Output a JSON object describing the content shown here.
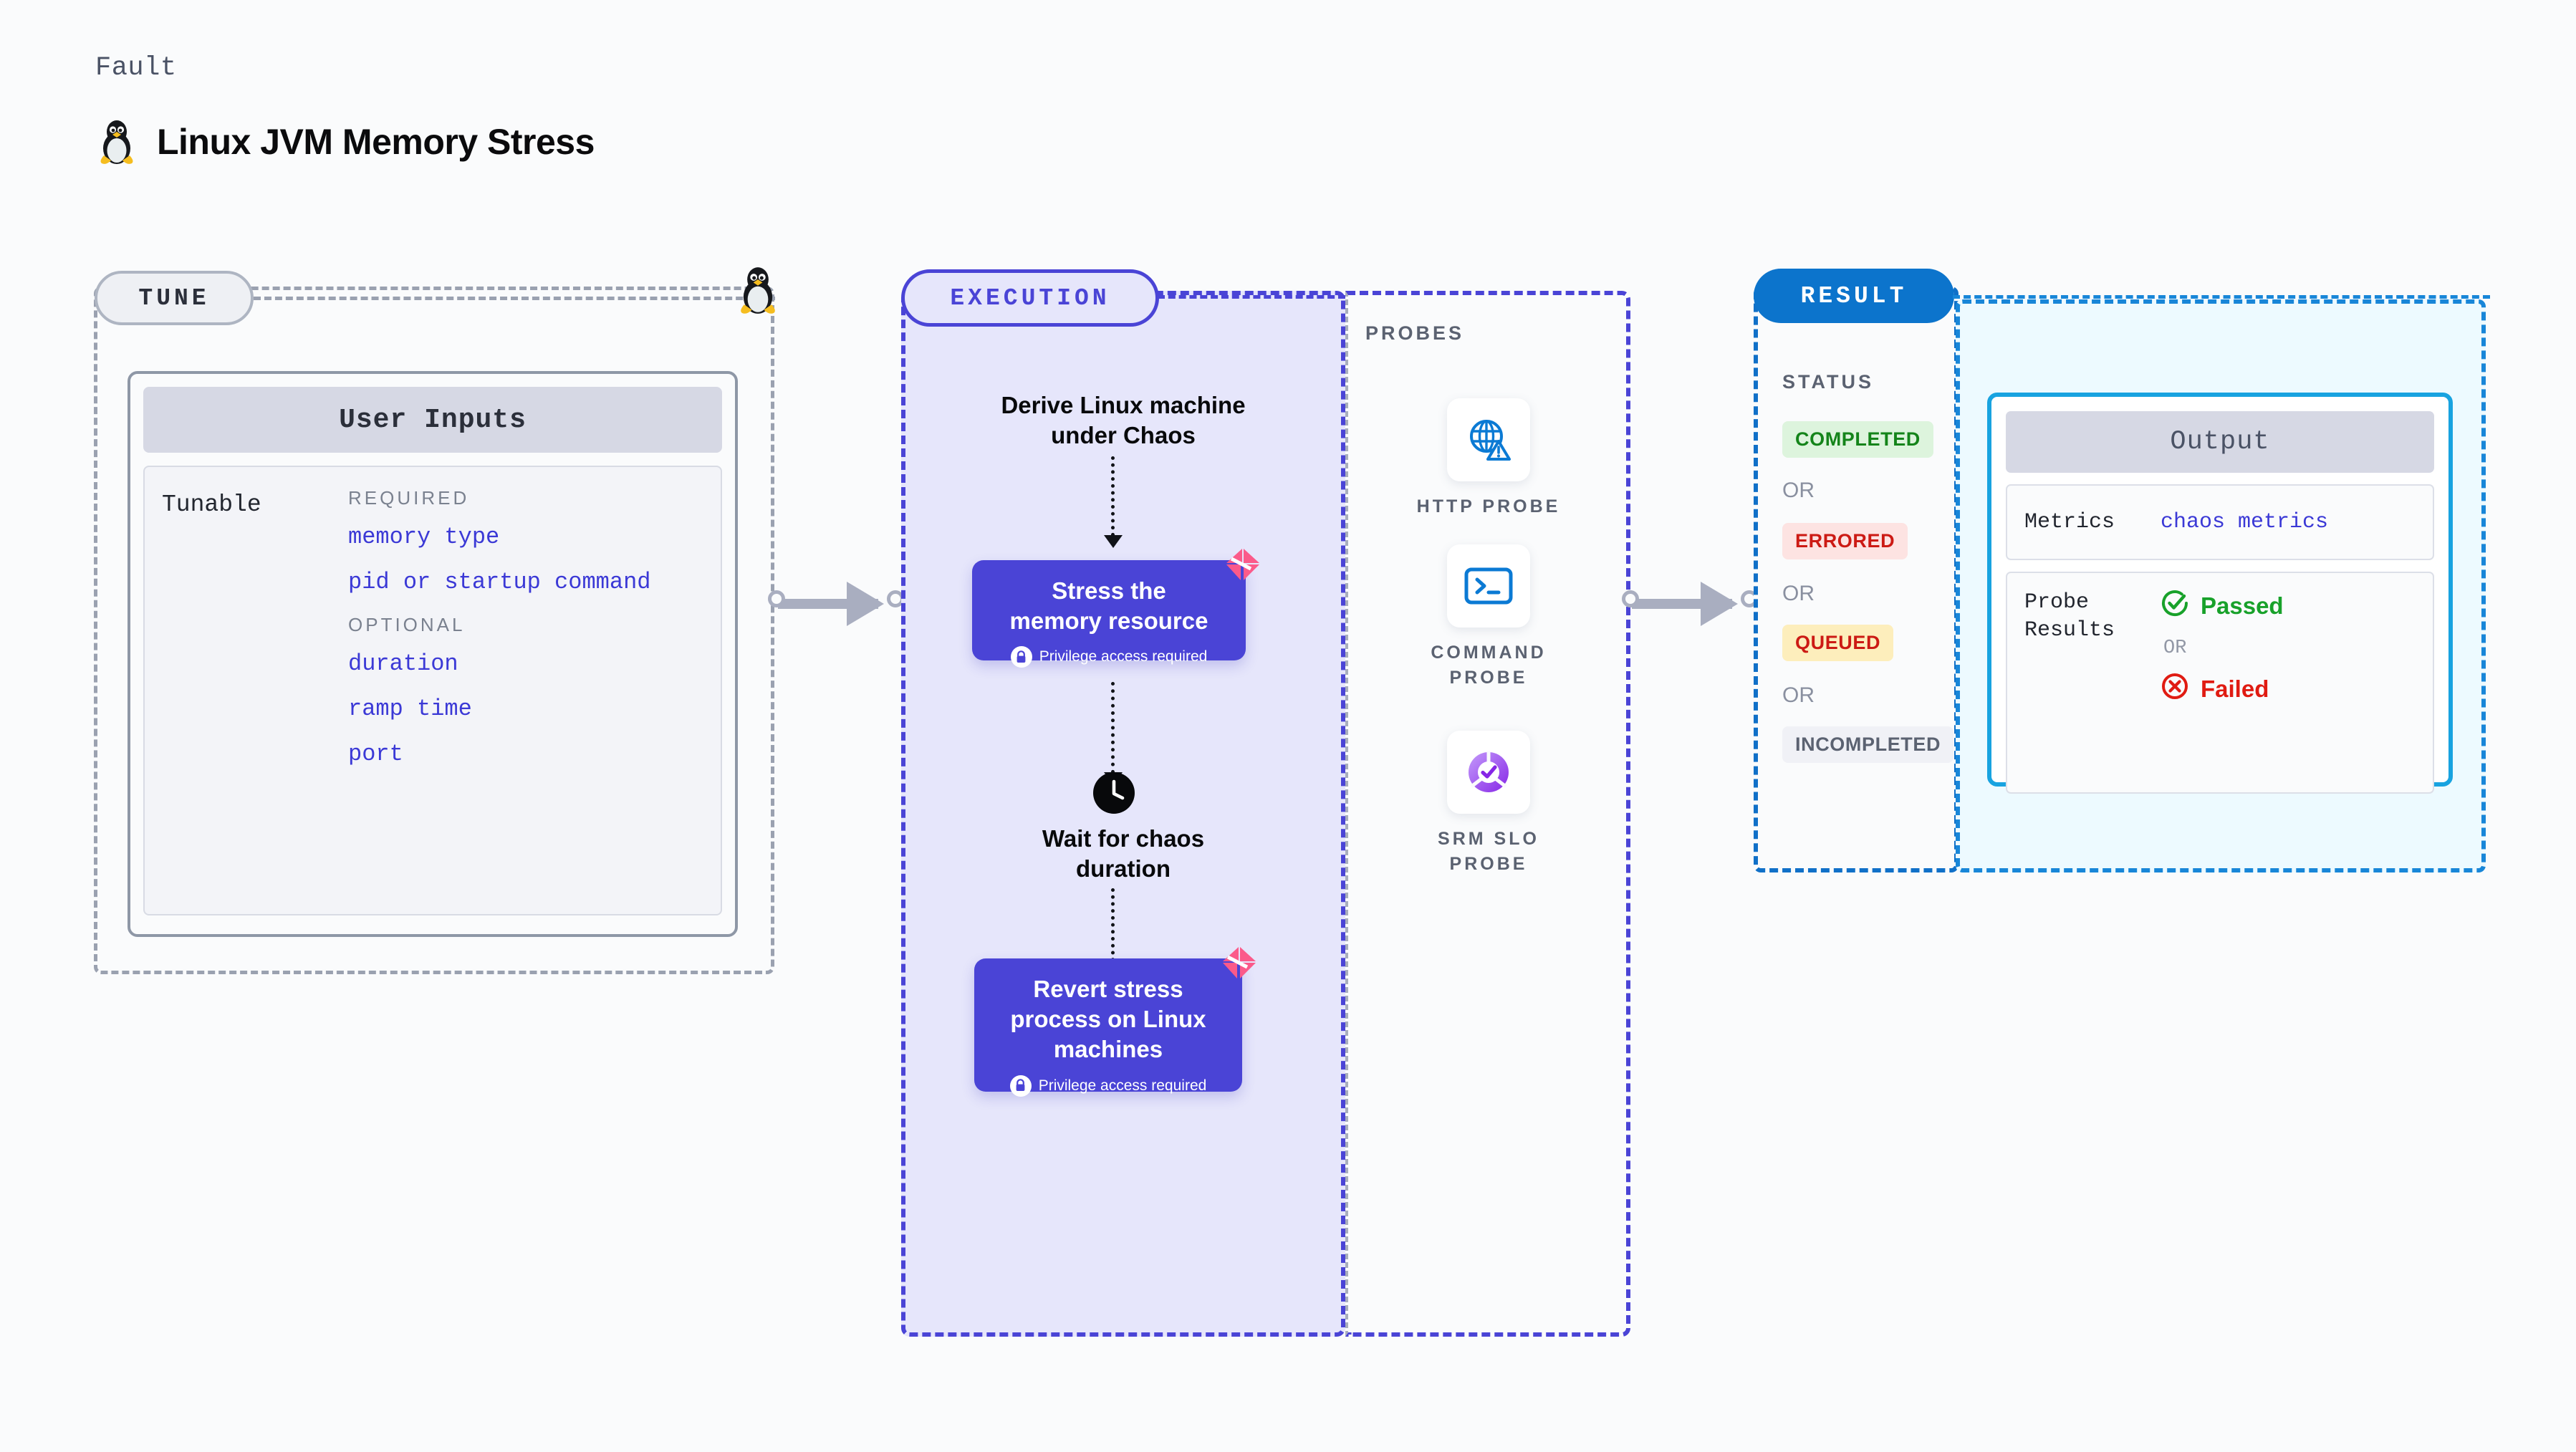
{
  "header": {
    "kicker": "Fault",
    "title": "Linux JVM Memory Stress",
    "icon": "linux-penguin-icon"
  },
  "tune": {
    "pill_label": "TUNE",
    "card_title": "User Inputs",
    "tunable_label": "Tunable",
    "groups": [
      {
        "title": "REQUIRED",
        "items": [
          "memory type",
          "pid or startup command"
        ]
      },
      {
        "title": "OPTIONAL",
        "items": [
          "duration",
          "ramp time",
          "port"
        ]
      }
    ]
  },
  "execution": {
    "pill_label": "EXECUTION",
    "steps": [
      {
        "type": "text",
        "label": "Derive Linux machine\nunder Chaos"
      },
      {
        "type": "action",
        "label": "Stress the\nmemory resource",
        "note": "Privilege access required",
        "badge": "harness-logo-icon"
      },
      {
        "type": "wait",
        "label": "Wait for chaos\nduration",
        "icon": "clock-icon"
      },
      {
        "type": "action",
        "label": "Revert stress\nprocess on Linux\nmachines",
        "note": "Privilege access required",
        "badge": "harness-logo-icon"
      }
    ]
  },
  "probes": {
    "title": "PROBES",
    "items": [
      {
        "label": "HTTP  PROBE",
        "icon": "globe-warning-icon"
      },
      {
        "label": "COMMAND\nPROBE",
        "icon": "terminal-icon"
      },
      {
        "label": "SRM  SLO\nPROBE",
        "icon": "slo-donut-check-icon"
      }
    ]
  },
  "result": {
    "pill_label": "RESULT",
    "status_title": "STATUS",
    "or_label": "OR",
    "statuses": [
      {
        "label": "COMPLETED",
        "bg": "#ddf4dd",
        "fg": "#14841a"
      },
      {
        "label": "ERRORED",
        "bg": "#fde3e2",
        "fg": "#cc1a14"
      },
      {
        "label": "QUEUED",
        "bg": "#fdeebc",
        "fg": "#cc1a14"
      },
      {
        "label": "INCOMPLETED",
        "bg": "#f0f1f6",
        "fg": "#5b6271"
      }
    ]
  },
  "output": {
    "card_title": "Output",
    "metrics_key": "Metrics",
    "metrics_value": "chaos metrics",
    "probe_key": "Probe\nResults",
    "passed_label": "Passed",
    "failed_label": "Failed",
    "or_label": "OR",
    "passed_icon": "check-circle-icon",
    "failed_icon": "x-circle-icon"
  },
  "colors": {
    "accent_purple": "#4a44d6",
    "accent_blue": "#1070c8",
    "accent_cyan": "#18a3e0",
    "harness_pink": "#fb5a8a",
    "gray_dash": "#9aa1b0",
    "panel_purple_bg": "#e6e6fb",
    "panel_cyan_bg": "#edfaff"
  }
}
